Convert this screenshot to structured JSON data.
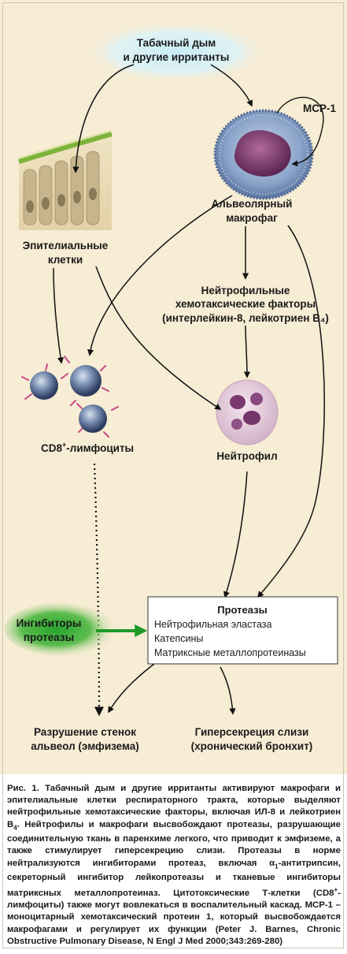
{
  "nodes": {
    "smoke": {
      "line1": "Табачный дым",
      "line2": "и другие ирританты"
    },
    "mcp1": "MCP-1",
    "macrophage": {
      "line1": "Альвеолярный",
      "line2": "макрофаг"
    },
    "epithelial": {
      "line1": "Эпителиальные",
      "line2": "клетки"
    },
    "chemotactic": {
      "line1": "Нейтрофильные",
      "line2": "хемотаксические факторы",
      "line3": "(интерлейкин-8, лейкотриен B₄)"
    },
    "cd8": {
      "label": "CD8",
      "sup": "+",
      "rest": "-лимфоциты"
    },
    "neutrophil": "Нейтрофил",
    "inhibitors": {
      "line1": "Ингибиторы",
      "line2": "протеазы"
    },
    "proteases": {
      "title": "Протеазы",
      "items": [
        "Нейтрофильная эластаза",
        "Катепсины",
        "Матриксные металлопротеиназы"
      ]
    },
    "emphysema": {
      "line1": "Разрушение стенок",
      "line2": "альвеол (эмфизема)"
    },
    "bronchitis": {
      "line1": "Гиперсекреция слизи",
      "line2": "(хронический бронхит)"
    }
  },
  "caption": {
    "part1": "Рис. 1. Табачный дым и другие ирританты активируют макрофаги и эпителиальные клетки респираторного тракта, которые выделяют нейтрофильные хемотаксические факторы, включая ИЛ-8 и лейкотриен B",
    "sub1": "4",
    "part2": ". Нейтрофилы и макрофаги высвобождают протеазы, разрушающие соединительную ткань в паренхиме легкого, что приводит к эмфиземе, а также стимулирует гиперсекрецию слизи. Протеазы в норме нейтрализуются ингибиторами протеаз, включая α",
    "sub2": "1",
    "part3": "-антитрипсин, секреторный ингибитор лейкопротеазы и тканевые ингибиторы матриксных металлопротеиназ. Цитотоксические Т-клетки (CD8",
    "sup1": "+",
    "part4": "-лимфоциты) также могут вовлекаться в воспалительный каскад. MCP-1 – моноцитарный хемотаксический протеин 1, который высвобождается макрофагами и регулирует их функции (Peter J. Barnes, Chronic Obstructive Pulmonary Disease, N Engl J Med 2000;343:269-280)"
  }
}
